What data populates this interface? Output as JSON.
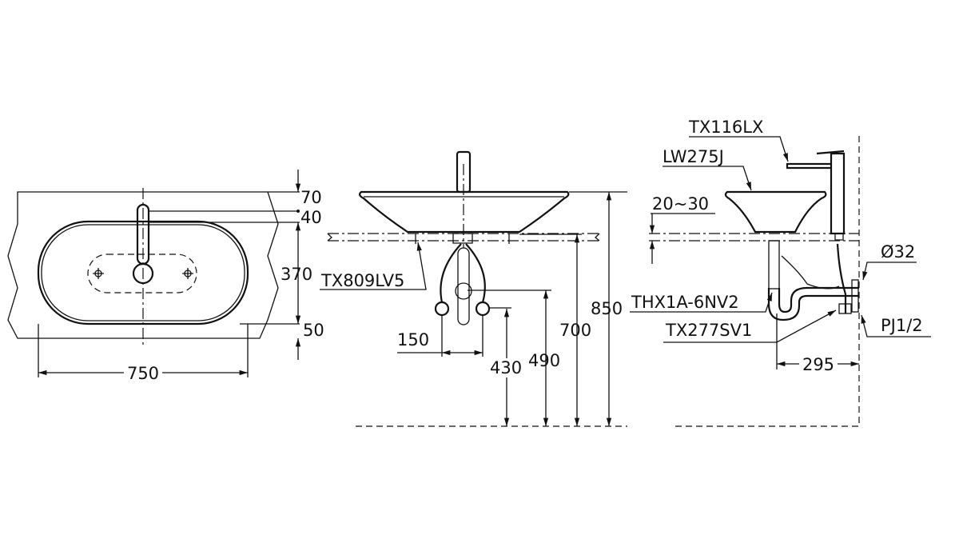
{
  "plan_view": {
    "dims": {
      "top_70": "70",
      "faucet_40": "40",
      "depth_370": "370",
      "front_50": "50",
      "width_750": "750"
    }
  },
  "front_view": {
    "labels": {
      "drain": "TX809LV5"
    },
    "dims": {
      "supply_spacing_150": "150",
      "supply_height_430": "430",
      "drain_height_490": "490",
      "counter_height_700": "700",
      "rim_height_850": "850"
    }
  },
  "side_view": {
    "labels": {
      "faucet": "TX116LX",
      "basin": "LW275J",
      "trap": "THX1A-6NV2",
      "stop_valve": "TX277SV1",
      "pipe_diameter": "Ø32",
      "thread": "PJ1/2"
    },
    "dims": {
      "counter_thickness": "20~30",
      "wall_distance_295": "295"
    }
  }
}
